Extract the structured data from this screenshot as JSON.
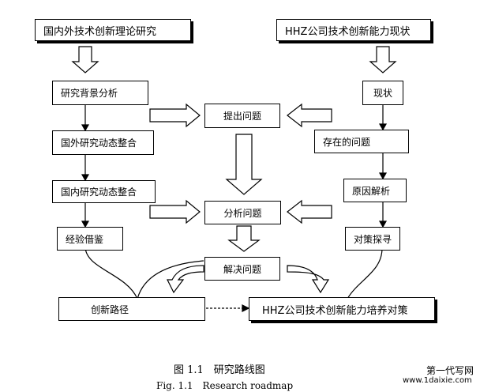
{
  "nodes": {
    "domestic_theory": "国内外技术创新理论研究",
    "hhz_status": "HHZ公司技术创新能力现状",
    "background": "研究背景分析",
    "foreign_dynamics": "国外研究动态整合",
    "domestic_dynamics": "国内研究动态整合",
    "experience": "经验借鉴",
    "raise_question": "提出问题",
    "analyze_question": "分析问题",
    "solve_question": "解决问题",
    "current_status": "现状",
    "existing_problems": "存在的问题",
    "cause_analysis": "原因解析",
    "countermeasure_explore": "对策探寻",
    "innovation_path": "创新路径",
    "cultivation_strategy": "HHZ公司技术创新能力培养对策"
  },
  "caption": {
    "cn": "图 1.1　研究路线图",
    "en": "Fig. 1.1　Research roadmap"
  },
  "watermark": {
    "line1": "第一代写网",
    "line2": "www.1daixie.com"
  }
}
